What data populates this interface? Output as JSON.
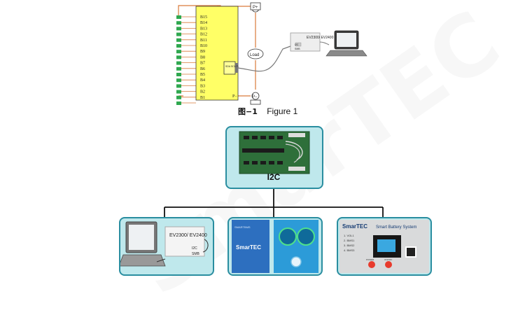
{
  "figure1": {
    "caption_cn": "图−1",
    "caption_en": "Figure 1",
    "cell_labels": [
      "B15",
      "B14",
      "B13",
      "B12",
      "B11",
      "B10",
      "B9",
      "B8",
      "B7",
      "B6",
      "B5",
      "B4",
      "B3",
      "B2",
      "B1"
    ],
    "pack_plus": "P+",
    "pack_minus": "P−",
    "pack_minus_pin": "P−",
    "load": "Load",
    "smbus_pins": "SDA SCL P-",
    "adapter_model": "EV2300/ EV2400",
    "adapter_port_i2c": "I2C",
    "adapter_port_smb": "SMB"
  },
  "figure2": {
    "center_label": "I2C",
    "left_adapter_model": "EV2300/ EV2400",
    "left_adapter_i2c": "I2C",
    "left_adapter_smb": "SMB",
    "app_brand": "SmarTEC",
    "app_top_text": "SMARTBMS",
    "tester_brand": "SmarTEC",
    "tester_title": "Smart Battery System",
    "tester_menu": [
      "1. VOL1",
      "2. BMS1",
      "3. BMS2",
      "4. BMS3"
    ],
    "tester_btn_left": "POWER",
    "tester_btn_right": "ON/OFF"
  },
  "watermark": "SmarTEC",
  "colors": {
    "board_yellow": "#ffff66",
    "cell_green": "#2fa84f",
    "wire_orange": "#d97a3a",
    "box_fill": "#bfe8ec",
    "box_border": "#2a8ea0",
    "pcb_green": "#2e6f3a"
  }
}
